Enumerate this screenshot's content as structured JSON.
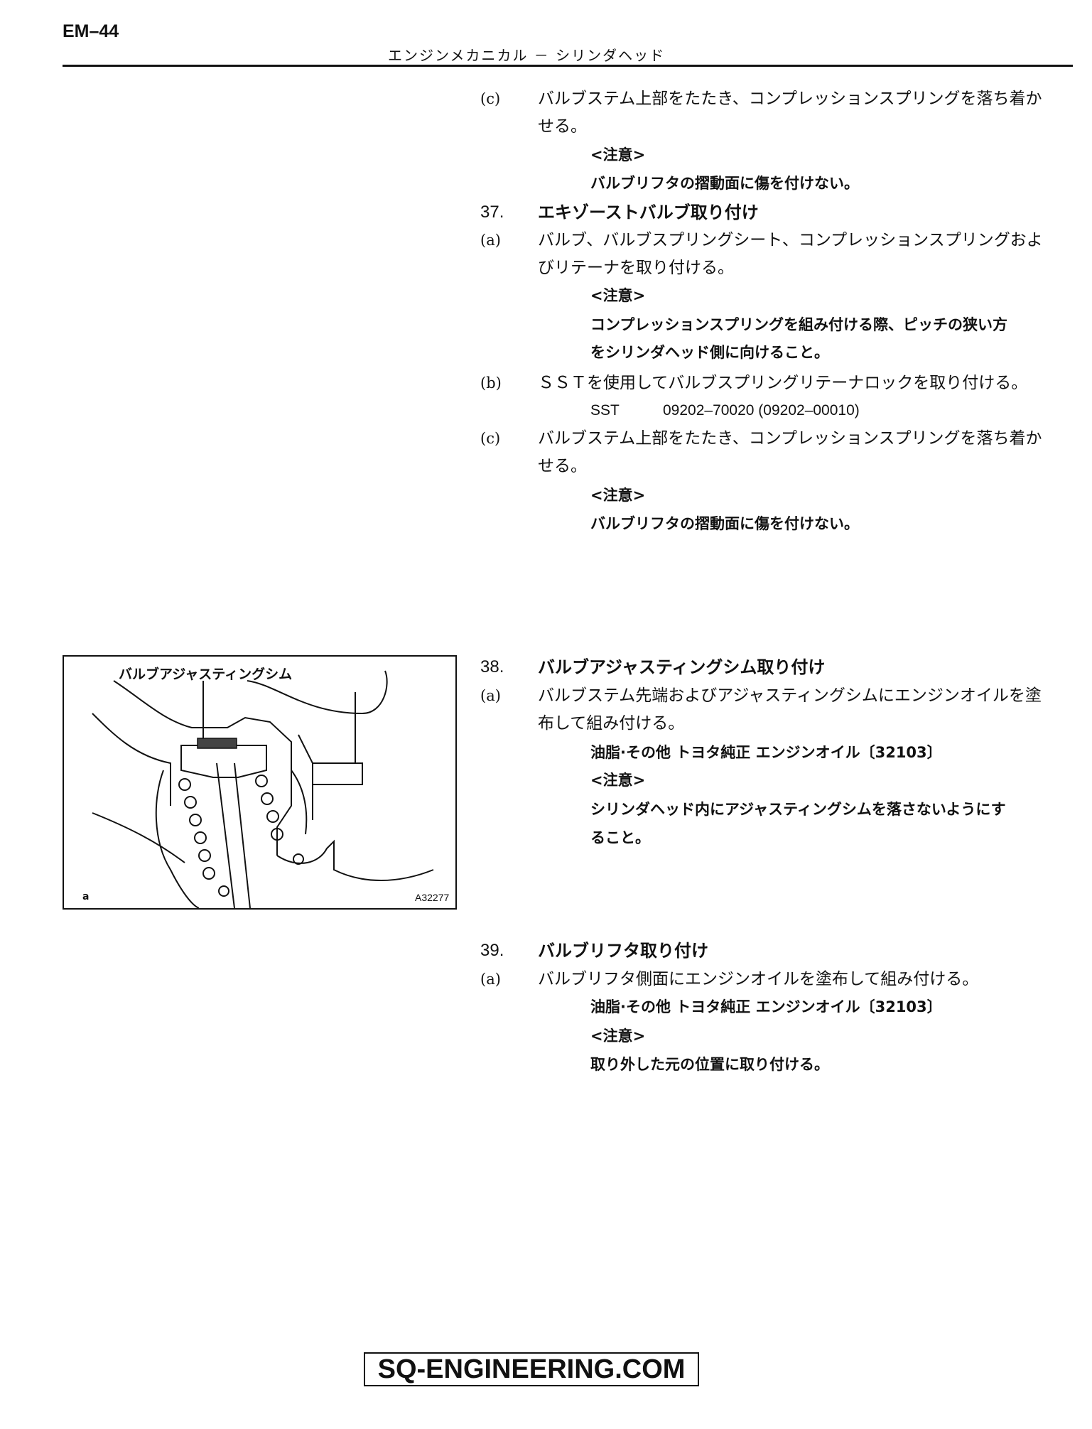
{
  "header": {
    "page_code": "EM–44",
    "section_title": "エンジンメカニカル － シリンダヘッド"
  },
  "blocks": {
    "c_prev": {
      "label": "(c)",
      "line1": "バルブステム上部をたたき、コンプレッションスプリングを落ち着か",
      "line2": "せる。",
      "note_head": "<注意>",
      "note_text": "バルブリフタの摺動面に傷を付けない。"
    },
    "step37": {
      "number": "37.",
      "title": "エキゾーストバルブ取り付け",
      "a": {
        "label": "(a)",
        "line1": "バルブ、バルブスプリングシート、コンプレッションスプリングおよ",
        "line2": "びリテーナを取り付ける。",
        "note_head": "<注意>",
        "note_line1": "コンプレッションスプリングを組み付ける際、ピッチの狭い方",
        "note_line2": "をシリンダヘッド側に向けること。"
      },
      "b": {
        "label": "(b)",
        "line1": "ＳＳＴを使用してバルブスプリングリテーナロックを取り付ける。",
        "sst_label": "SST",
        "sst_value": "09202–70020 (09202–00010)"
      },
      "c": {
        "label": "(c)",
        "line1": "バルブステム上部をたたき、コンプレッションスプリングを落ち着か",
        "line2": "せる。",
        "note_head": "<注意>",
        "note_text": "バルブリフタの摺動面に傷を付けない。"
      }
    },
    "step38": {
      "number": "38.",
      "title": "バルブアジャスティングシム取り付け",
      "a": {
        "label": "(a)",
        "line1": "バルブステム先端およびアジャスティングシムにエンジンオイルを塗",
        "line2": "布して組み付ける。",
        "grease": "油脂·その他 トヨタ純正 エンジンオイル〔32103〕",
        "note_head": "<注意>",
        "note_line1": "シリンダヘッド内にアジャスティングシムを落さないようにす",
        "note_line2": "ること。"
      }
    },
    "step39": {
      "number": "39.",
      "title": "バルブリフタ取り付け",
      "a": {
        "label": "(a)",
        "line1": "バルブリフタ側面にエンジンオイルを塗布して組み付ける。",
        "grease": "油脂·その他 トヨタ純正 エンジンオイル〔32103〕",
        "note_head": "<注意>",
        "note_text": "取り外した元の位置に取り付ける。"
      }
    }
  },
  "figure": {
    "label": "バルブアジャスティングシム",
    "code": "A32277",
    "mark": "a"
  },
  "footer": {
    "watermark": "SQ-ENGINEERING.COM"
  }
}
